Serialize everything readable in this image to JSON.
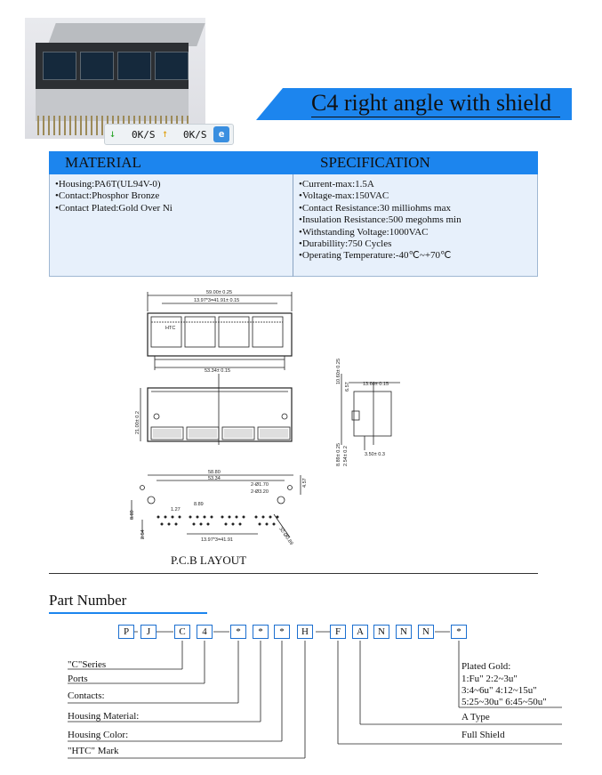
{
  "toolbar": {
    "down_icon": "arrow-down-icon",
    "up_icon": "arrow-up-icon",
    "down_speed": "0K/S",
    "up_speed": "0K/S",
    "browser_icon": "browser-e-icon"
  },
  "banner": {
    "title": "C4 right angle with shield"
  },
  "spec_table": {
    "material_header": "MATERIAL",
    "specification_header": "SPECIFICATION",
    "material_items": [
      "Housing:PA6T(UL94V-0)",
      "Contact:Phosphor Bronze",
      "Contact Plated:Gold Over Ni"
    ],
    "specification_items": [
      "Current-max:1.5A",
      "Voltage-max:150VAC",
      "Contact Resistance:30 milliohms max",
      "Insulation Resistance:500 megohms min",
      "Withstanding Voltage:1000VAC",
      "Durabillity:750 Cycles",
      "Operating Temperature:-40℃~+70℃"
    ]
  },
  "drawing": {
    "front_dim_total": "59.00± 0.25",
    "front_dim_pitch": "13.97*3=41.91± 0.15",
    "front_dim_bottom": "53.34± 0.15",
    "top_dim_height": "21.00± 0.2",
    "front_mark": "HTC",
    "side_dim_height": "10.60± 0.25",
    "side_dim_small": "6.57",
    "side_dim_depth": "13.60± 0.15",
    "side_dim_low1": "8.89± 0.25",
    "side_dim_low2": "2.54± 0.2",
    "side_dim_pin": "3.50± 0.3",
    "pcb_dim_total": "58.80",
    "pcb_dim_inner": "53.34",
    "pcb_dim_hole1": "2-Ø1.70",
    "pcb_dim_hole2": "2-Ø3.20",
    "pcb_dim_right": "4.57",
    "pcb_dim_127": "1.27",
    "pcb_dim_889a": "8.89",
    "pcb_dim_889b": "8.89",
    "pcb_dim_254": "2.54",
    "pcb_dim_pitch": "13.97*3=41.91",
    "pcb_dim_pins": "32-Ø0.89",
    "pcb_label": "P.C.B LAYOUT"
  },
  "part_number": {
    "title": "Part Number",
    "codes": [
      "P",
      "J",
      "C",
      "4",
      "*",
      "*",
      "*",
      "H",
      "F",
      "A",
      "N",
      "N",
      "N",
      "*"
    ],
    "labels": {
      "series": "\"C\"Series",
      "ports": "Ports",
      "contacts": "Contacts:",
      "housing_material": "Housing Material:",
      "housing_color": "Housing Color:",
      "htc_mark": "\"HTC\" Mark",
      "plated_gold": "Plated Gold:",
      "plated_gold_1": "1:Fu\" 2:2~3u\"",
      "plated_gold_2": "3:4~6u\" 4:12~15u\"",
      "plated_gold_3": "5:25~30u\" 6:45~50u\"",
      "a_type": "A Type",
      "full_shield": "Full Shield"
    }
  },
  "colors": {
    "accent_blue": "#1c85ee",
    "table_bg": "#e7f0fb"
  }
}
